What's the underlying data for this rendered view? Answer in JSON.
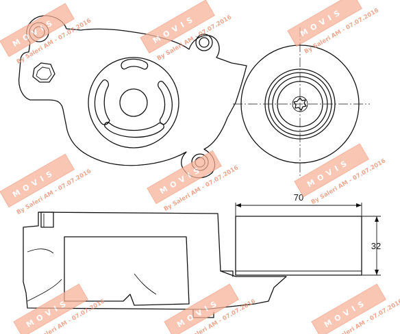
{
  "drawing": {
    "dimensions": {
      "width_label": "70",
      "height_label": "32"
    },
    "watermark": {
      "brand": "MOVIS",
      "credit": "By Saleri AM - 07.07.2016"
    }
  }
}
